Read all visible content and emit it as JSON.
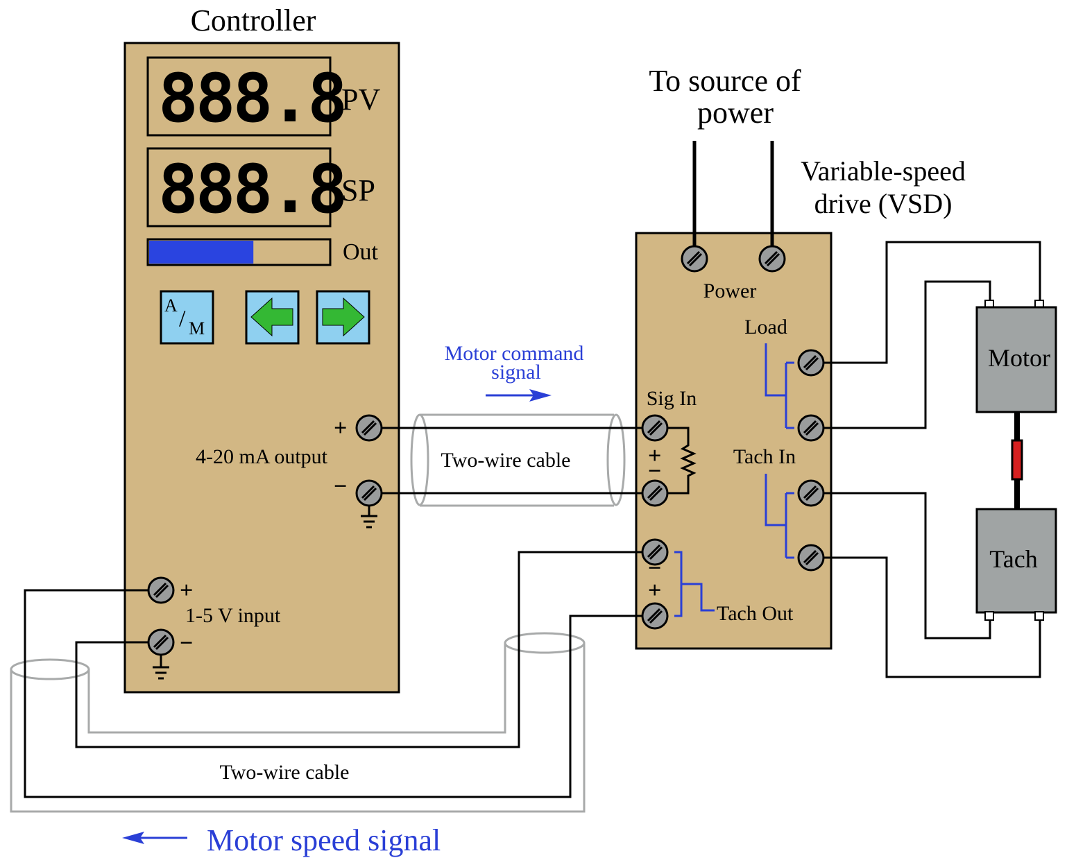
{
  "controller": {
    "title": "Controller",
    "pv_label": "PV",
    "sp_label": "SP",
    "out_label": "Out",
    "pv_display": "888.8",
    "sp_display": "888.8",
    "output_level": 0.58,
    "am_top": "A",
    "am_slash": "/",
    "am_bottom": "M",
    "output_label": "4-20 mA output",
    "input_label": "1-5 V input",
    "plus": "+",
    "minus": "−"
  },
  "vsd": {
    "title_line1": "Variable-speed",
    "title_line2": "drive (VSD)",
    "power_label": "Power",
    "load_label": "Load",
    "sig_in_label": "Sig In",
    "tach_in_label": "Tach In",
    "tach_out_label": "Tach Out",
    "plus": "+",
    "minus": "−"
  },
  "power_source": {
    "line1": "To source of",
    "line2": "power"
  },
  "motor": {
    "label": "Motor"
  },
  "tach": {
    "label": "Tach"
  },
  "cables": {
    "upper_label": "Two-wire cable",
    "lower_label": "Two-wire cable"
  },
  "signals": {
    "command_line1": "Motor command",
    "command_line2": "signal",
    "speed": "Motor speed signal"
  },
  "colors": {
    "panel": "#d2b784",
    "button_bg": "#8fd0f0",
    "arrow_green": "#34b834",
    "bar_fill": "#2a44e0",
    "signal_blue": "#2a3fd6",
    "device_gray": "#a0a4a4",
    "terminal_gray": "#9a9c9c",
    "coupling_red": "#d62020"
  }
}
